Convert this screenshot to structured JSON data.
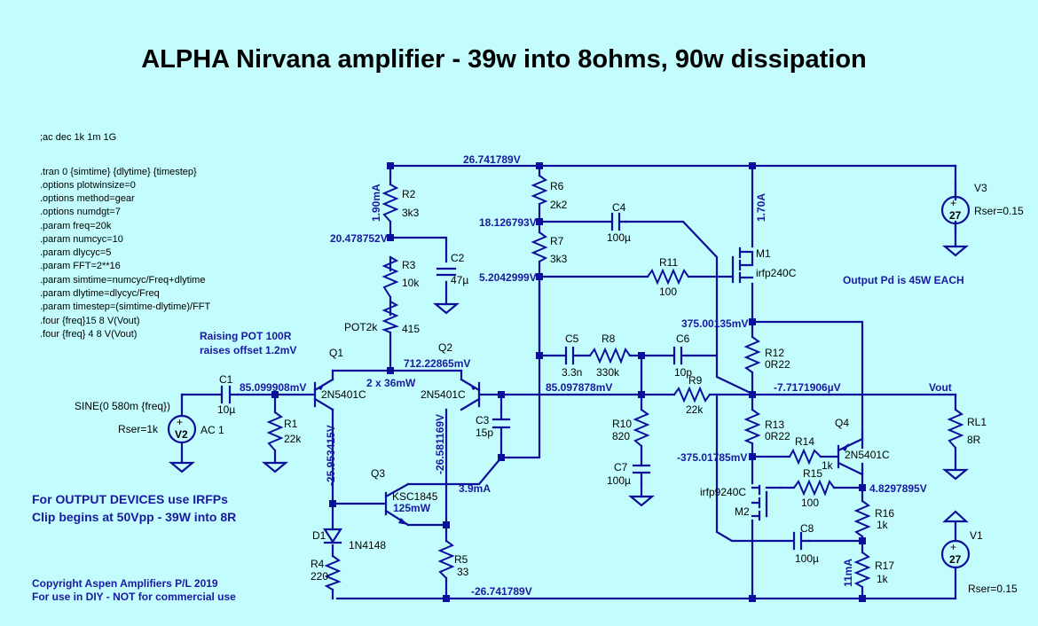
{
  "title": "ALPHA Nirvana amplifier - 39w into 8ohms, 90w dissipation",
  "directives": [
    ";ac dec 1k 1m 1G",
    ".tran 0 {simtime} {dlytime} {timestep}",
    ".options plotwinsize=0",
    ".options method=gear",
    ".options numdgt=7",
    ".param freq=20k",
    ".param numcyc=10",
    ".param dlycyc=5",
    ".param FFT=2**16",
    ".param simtime=numcyc/Freq+dlytime",
    ".param dlytime=dlycyc/Freq",
    ".param timestep=(simtime-dlytime)/FFT",
    ".four {freq}15 8 V(Vout)",
    ".four {freq} 4 8 V(Vout)"
  ],
  "notes": {
    "pot_note": [
      "Raising  POT 100R",
      "raises offset 1.2mV"
    ],
    "output_devices": [
      "For OUTPUT DEVICES use IRFPs",
      "Clip begins at 50Vpp - 39W into 8R"
    ],
    "copyright": [
      "Copyright Aspen Amplifiers P/L    2019",
      "For use in DIY - NOT for commercial use"
    ],
    "output_pd": "Output Pd is 45W EACH"
  },
  "nodes": {
    "vpos": "26.741789V",
    "vneg": "-26.741789V",
    "r2r3": "20.478752V",
    "r6r7": "18.126793V",
    "r7gate": "5.2042999V",
    "q2e": "712.22865mV",
    "q1b": "85.099908mV",
    "q2b": "85.097878mV",
    "out": "-7.7171906µV",
    "r12top": "375.00135mV",
    "r13bot": "-375.01785mV",
    "q4c": "4.8297895V",
    "q1c": "-25.953415V",
    "q2c": "-26.581169V",
    "vout_label": "Vout"
  },
  "currents": {
    "r2": "1.90mA",
    "m1": "1.70A",
    "q3": "3.9mA",
    "r17": "11mA",
    "q1q2": "2 x 36mW",
    "q3pd": "125mW"
  },
  "components": {
    "R2": [
      "R2",
      "3k3"
    ],
    "R3": [
      "R3",
      "10k"
    ],
    "POT": [
      "POT2k",
      "415"
    ],
    "C2": [
      "C2",
      "47µ"
    ],
    "R6": [
      "R6",
      "2k2"
    ],
    "R7": [
      "R7",
      "3k3"
    ],
    "C4": [
      "C4",
      "100µ"
    ],
    "R11": [
      "R11",
      "100"
    ],
    "M1": [
      "M1",
      "irfp240C"
    ],
    "V3": [
      "V3",
      "27",
      "Rser=0.15"
    ],
    "C1": [
      "C1",
      "10µ"
    ],
    "R1": [
      "R1",
      "22k"
    ],
    "V2": [
      "V2",
      "SINE(0 580m {freq})",
      "Rser=1k",
      "AC 1"
    ],
    "Q1": [
      "Q1",
      "2N5401C"
    ],
    "Q2": [
      "Q2",
      "2N5401C"
    ],
    "C3": [
      "C3",
      "15p"
    ],
    "C5": [
      "C5",
      "3.3n"
    ],
    "R8": [
      "R8",
      "330k"
    ],
    "C6": [
      "C6",
      "10p"
    ],
    "R9": [
      "R9",
      "22k"
    ],
    "R10": [
      "R10",
      "820"
    ],
    "C7": [
      "C7",
      "100µ"
    ],
    "R12": [
      "R12",
      "0R22"
    ],
    "R13": [
      "R13",
      "0R22"
    ],
    "Q3": [
      "Q3",
      "KSC1845"
    ],
    "D1": [
      "D1",
      "1N4148"
    ],
    "R4": [
      "R4",
      "220"
    ],
    "R5": [
      "R5",
      "33"
    ],
    "R14": [
      "R14",
      "1k"
    ],
    "Q4": [
      "Q4",
      "2N5401C"
    ],
    "R15": [
      "R15",
      "100"
    ],
    "M2": [
      "M2",
      "irfp9240C"
    ],
    "C8": [
      "C8",
      "100µ"
    ],
    "R16": [
      "R16",
      "1k"
    ],
    "R17": [
      "R17",
      "1k"
    ],
    "RL1": [
      "RL1",
      "8R"
    ],
    "V1": [
      "V1",
      "27",
      "Rser=0.15"
    ]
  },
  "colors": {
    "background": "#c2fcfc",
    "wire": "#0b0f9a",
    "annotation": "#1a1aa0"
  }
}
